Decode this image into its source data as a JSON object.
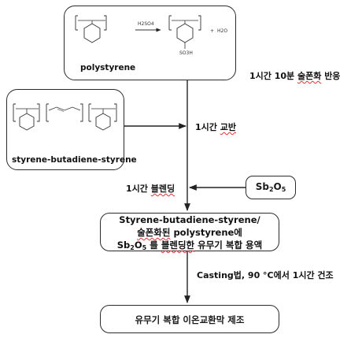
{
  "polystyrene_box": {
    "label": "polystyrene",
    "reagent": "H2SO4",
    "byproduct": "H2O",
    "sulfonic_group": "SO3H"
  },
  "sbs_box": {
    "label": "styrene-butadiene-styrene"
  },
  "additive_box": {
    "base": "Sb",
    "sub1": "2",
    "mid": "O",
    "sub2": "5"
  },
  "solution_box": {
    "line1": "Styrene-butadiene-styrene/",
    "line2_a": "술폰화된",
    "line2_b": " polystyrene에",
    "line3_base": "Sb",
    "line3_sub1": "2",
    "line3_mid": "O",
    "line3_sub2": "5",
    "line3_a": " 를 ",
    "line3_b": "블렌딩한",
    "line3_c": " 유무기 복합 용액"
  },
  "final_box": {
    "label": "유무기 복합 이온교환막 제조"
  },
  "steps": {
    "sulfonation_a": "1시간 10분 ",
    "sulfonation_b": "술폰화",
    "sulfonation_c": " 반응",
    "stirring_a": "1시간 ",
    "stirring_b": "교반",
    "blending_a": "1시간 ",
    "blending_b": "블렌딩",
    "casting_a": "Casting법",
    "casting_b": ", 90 °C에서 1시간 건조"
  }
}
